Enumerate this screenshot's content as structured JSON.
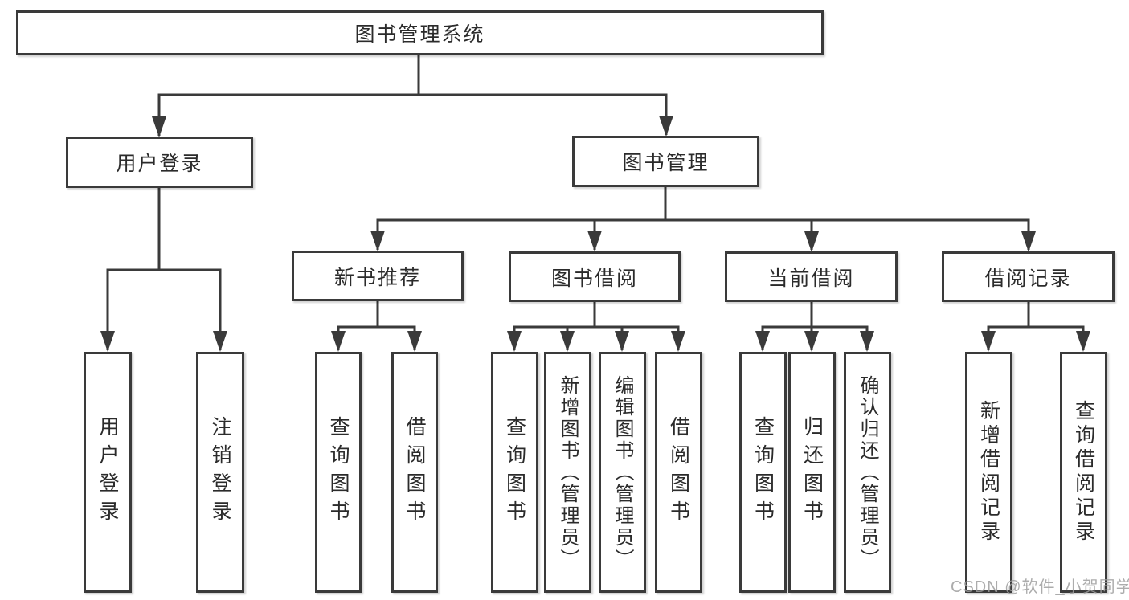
{
  "diagram_title": "图书管理系统",
  "colors": {
    "line": "#3a3a3a",
    "box_border": "#3a3a3a",
    "text": "#2b2b2b",
    "watermark": "#9e9e9e",
    "background": "#ffffff"
  },
  "watermark": {
    "text": "CSDN @软件_小贺同学"
  },
  "tree": {
    "label": "图书管理系统",
    "children": [
      {
        "label": "用户登录",
        "children": [
          {
            "label": "用户登录"
          },
          {
            "label": "注销登录"
          }
        ]
      },
      {
        "label": "图书管理",
        "children": [
          {
            "label": "新书推荐",
            "children": [
              {
                "label": "查询图书"
              },
              {
                "label": "借阅图书"
              }
            ]
          },
          {
            "label": "图书借阅",
            "children": [
              {
                "label": "查询图书"
              },
              {
                "label": "新增图书（管理员）"
              },
              {
                "label": "编辑图书（管理员）"
              },
              {
                "label": "借阅图书"
              }
            ]
          },
          {
            "label": "当前借阅",
            "children": [
              {
                "label": "查询图书"
              },
              {
                "label": "归还图书"
              },
              {
                "label": "确认归还（管理员）"
              }
            ]
          },
          {
            "label": "借阅记录",
            "children": [
              {
                "label": "新增借阅记录"
              },
              {
                "label": "查询借阅记录"
              }
            ]
          }
        ]
      }
    ]
  }
}
